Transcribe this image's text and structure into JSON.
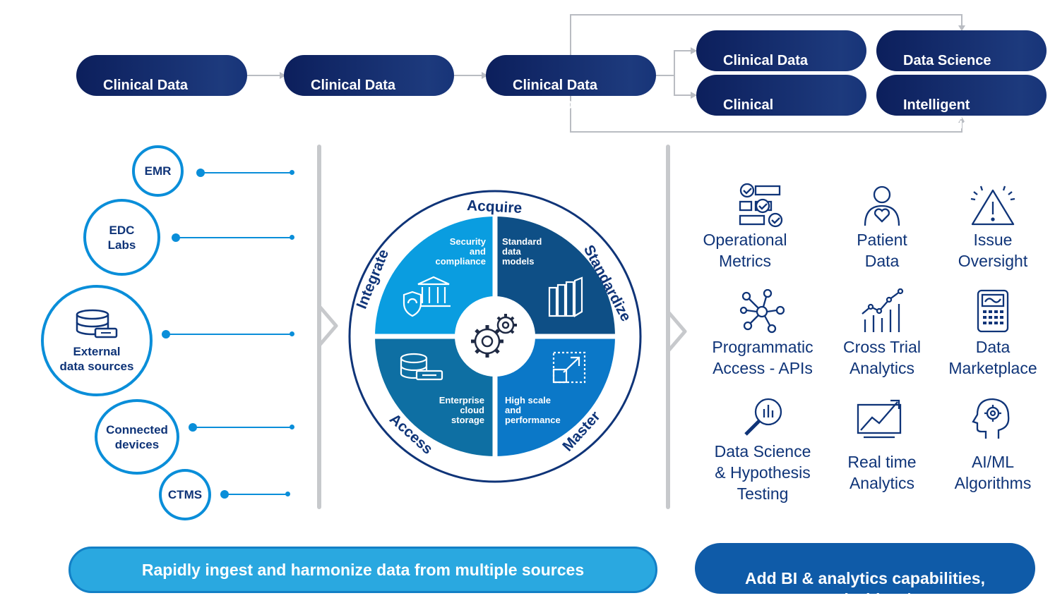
{
  "pipeline": {
    "ingestion": "Clinical Data\nIngestion",
    "mapper": "Clinical Data\nMapper",
    "repository": "Clinical Data\nRepository",
    "review": "Clinical Data\nReview",
    "analytics": "Clinical\nAnalytics",
    "workbench": "Data Science\nWorkbench",
    "intelligent": "Intelligent\nApplications"
  },
  "sources": [
    {
      "label": "EMR"
    },
    {
      "label": "EDC\nLabs"
    },
    {
      "label": "External\ndata sources"
    },
    {
      "label": "Connected\ndevices"
    },
    {
      "label": "CTMS"
    }
  ],
  "wheel": {
    "ring": {
      "top": "Acquire",
      "right": "Standardize",
      "bottom_right": "Master",
      "bottom_left": "Access",
      "left": "Integrate"
    },
    "quadrants": {
      "top_left": "Security\nand\ncompliance",
      "top_right": "Standard\ndata\nmodels",
      "bottom_left": "Enterprise\ncloud\nstorage",
      "bottom_right": "High scale\nand\nperformance"
    },
    "colors": {
      "top_left": "#0a9de0",
      "top_right": "#0e4f86",
      "bottom_left": "#0e6fa3",
      "bottom_right": "#0b78c8"
    }
  },
  "capabilities": [
    {
      "label": "Operational\nMetrics",
      "icon": "checklist-icon"
    },
    {
      "label": "Patient\nData",
      "icon": "patient-heart-icon"
    },
    {
      "label": "Issue\nOversight",
      "icon": "warning-triangle-icon"
    },
    {
      "label": "Programmatic\nAccess - APIs",
      "icon": "network-nodes-icon"
    },
    {
      "label": "Cross Trial\nAnalytics",
      "icon": "trend-bars-icon"
    },
    {
      "label": "Data\nMarketplace",
      "icon": "calculator-icon"
    },
    {
      "label": "Data Science\n& Hypothesis\nTesting",
      "icon": "magnifier-chart-icon"
    },
    {
      "label": "Real time\nAnalytics",
      "icon": "monitor-trend-icon"
    },
    {
      "label": "AI/ML\nAlgorithms",
      "icon": "brain-gear-icon"
    }
  ],
  "banners": {
    "left": "Rapidly ingest and harmonize data from multiple sources",
    "right": "Add BI & analytics capabilities,\nextend with AI/ML"
  }
}
